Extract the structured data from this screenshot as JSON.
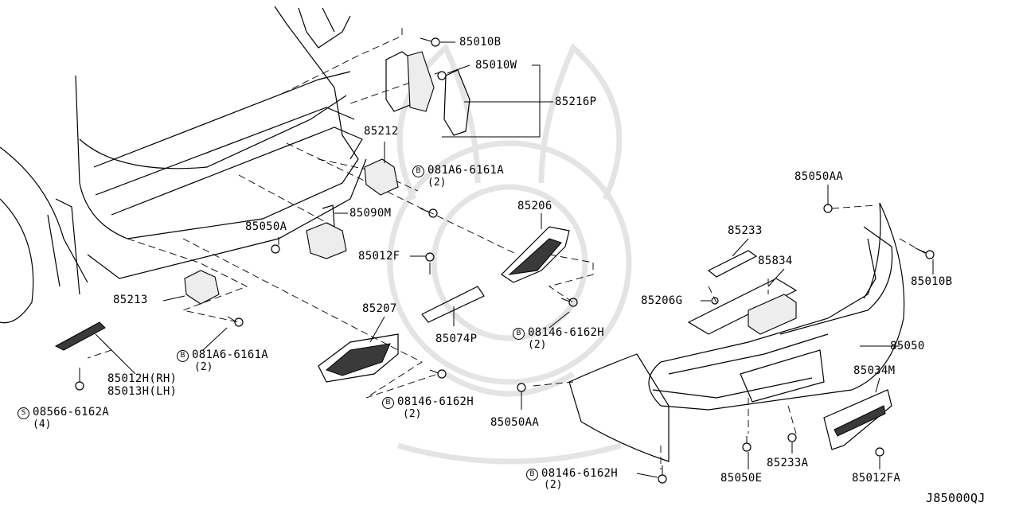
{
  "diagram_id": "J85000QJ",
  "labels": {
    "p85010B_top": "85010B",
    "p85010W": "85010W",
    "p85216P": "85216P",
    "p85212": "85212",
    "p081A6_top": "081A6-6161A",
    "p081A6_top_qty": "(2)",
    "p85090M": "85090M",
    "p85050A": "85050A",
    "p85206": "85206",
    "p85050AA_top": "85050AA",
    "p85010B_right": "85010B",
    "p85233": "85233",
    "p85834": "85834",
    "p85012F": "85012F",
    "p85206G": "85206G",
    "p85213": "85213",
    "p85207": "85207",
    "p85074P": "85074P",
    "p08146_mid": "08146-6162H",
    "p08146_mid_qty": "(2)",
    "p85050": "85050",
    "p081A6_bot": "081A6-6161A",
    "p081A6_bot_qty": "(2)",
    "p85012H": "85012H(RH)",
    "p85013H": "85013H(LH)",
    "p08566": "08566-6162A",
    "p08566_qty": "(4)",
    "p08146_left": "08146-6162H",
    "p08146_left_qty": "(2)",
    "p85050AA_bot": "85050AA",
    "p85034M": "85034M",
    "p85050E": "85050E",
    "p85233A": "85233A",
    "p85012FA": "85012FA",
    "p08146_bot": "08146-6162H",
    "p08146_bot_qty": "(2)"
  },
  "symbols": {
    "bolt": "B",
    "screw": "S"
  }
}
